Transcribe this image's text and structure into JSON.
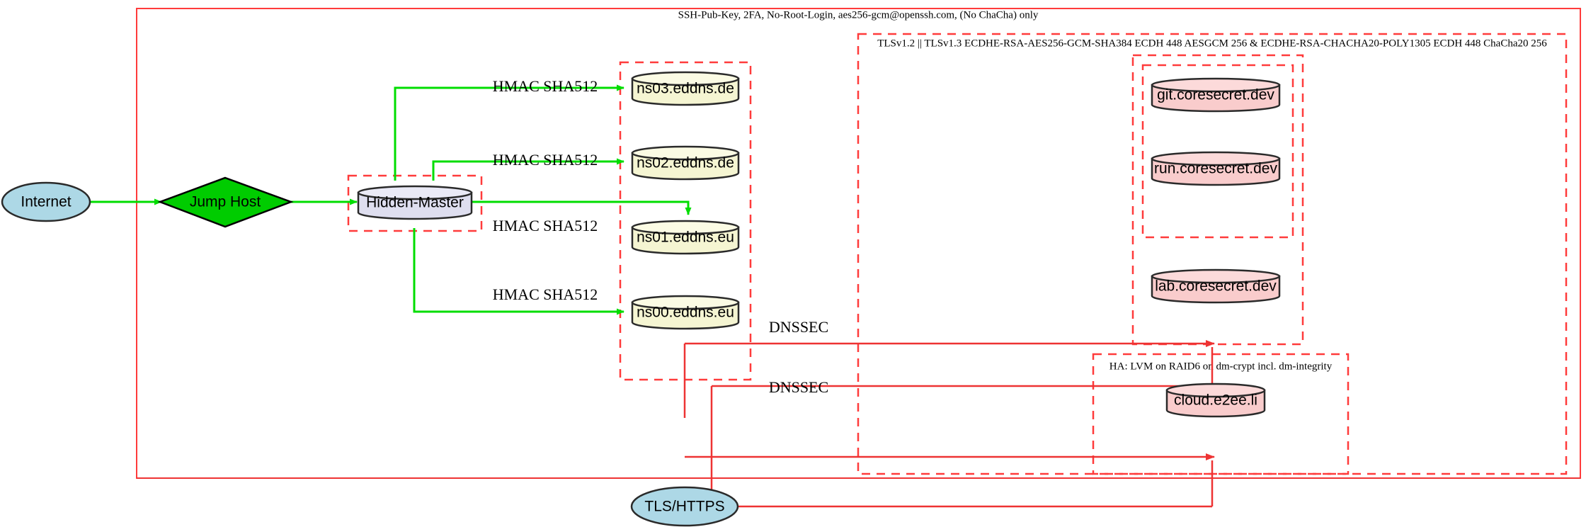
{
  "diagram": {
    "title": "Network security architecture",
    "colors": {
      "cluster_border": "#ff3b3b",
      "green_edge": "#00dd00",
      "red_edge": "#ee3333",
      "dns_fill": "#f5f5d2",
      "master_fill": "#dedeef",
      "app_fill": "#f9cccc",
      "cloud_fill": "#add8e6",
      "jumphost_fill": "#00cc00",
      "node_stroke": "#2a2a2a"
    }
  },
  "clusters": {
    "ssh": {
      "label": "SSH-Pub-Key, 2FA, No-Root-Login, aes256-gcm@openssh.com, (No ChaCha) only",
      "style": "solid"
    },
    "tls": {
      "label": "TLSv1.2 || TLSv1.3 ECDHE-RSA-AES256-GCM-SHA384 ECDH 448 AESGCM 256 & ECDHE-RSA-CHACHA20-POLY1305 ECDH 448 ChaCha20 256",
      "style": "dashed"
    },
    "ha": {
      "label": "HA: LVM on RAID6 on dm-crypt incl. dm-integrity",
      "style": "dashed"
    },
    "hidden_master": {
      "label": "",
      "style": "dashed"
    },
    "dns_zone": {
      "label": "",
      "style": "dashed"
    },
    "app_outer": {
      "label": "",
      "style": "dashed"
    },
    "app_inner": {
      "label": "",
      "style": "dashed"
    }
  },
  "nodes": {
    "internet": {
      "label": "Internet",
      "shape": "ellipse"
    },
    "jump_host": {
      "label": "Jump Host",
      "shape": "diamond"
    },
    "hidden_master": {
      "label": "Hidden-Master",
      "shape": "cylinder"
    },
    "ns03": {
      "label": "ns03.eddns.de",
      "shape": "cylinder"
    },
    "ns02": {
      "label": "ns02.eddns.de",
      "shape": "cylinder"
    },
    "ns01": {
      "label": "ns01.eddns.eu",
      "shape": "cylinder"
    },
    "ns00": {
      "label": "ns00.eddns.eu",
      "shape": "cylinder"
    },
    "git": {
      "label": "git.coresecret.dev",
      "shape": "cylinder"
    },
    "run": {
      "label": "run.coresecret.dev",
      "shape": "cylinder"
    },
    "lab": {
      "label": "lab.coresecret.dev",
      "shape": "cylinder"
    },
    "cloud": {
      "label": "cloud.e2ee.li",
      "shape": "cylinder"
    },
    "tls_https": {
      "label": "TLS/HTTPS",
      "shape": "ellipse"
    }
  },
  "edges": {
    "hmac_ns03": {
      "label": "HMAC SHA512"
    },
    "hmac_ns02": {
      "label": "HMAC SHA512"
    },
    "hmac_ns01": {
      "label": "HMAC SHA512"
    },
    "hmac_ns00": {
      "label": "HMAC SHA512"
    },
    "dnssec_upper": {
      "label": "DNSSEC"
    },
    "dnssec_lower": {
      "label": "DNSSEC"
    }
  }
}
